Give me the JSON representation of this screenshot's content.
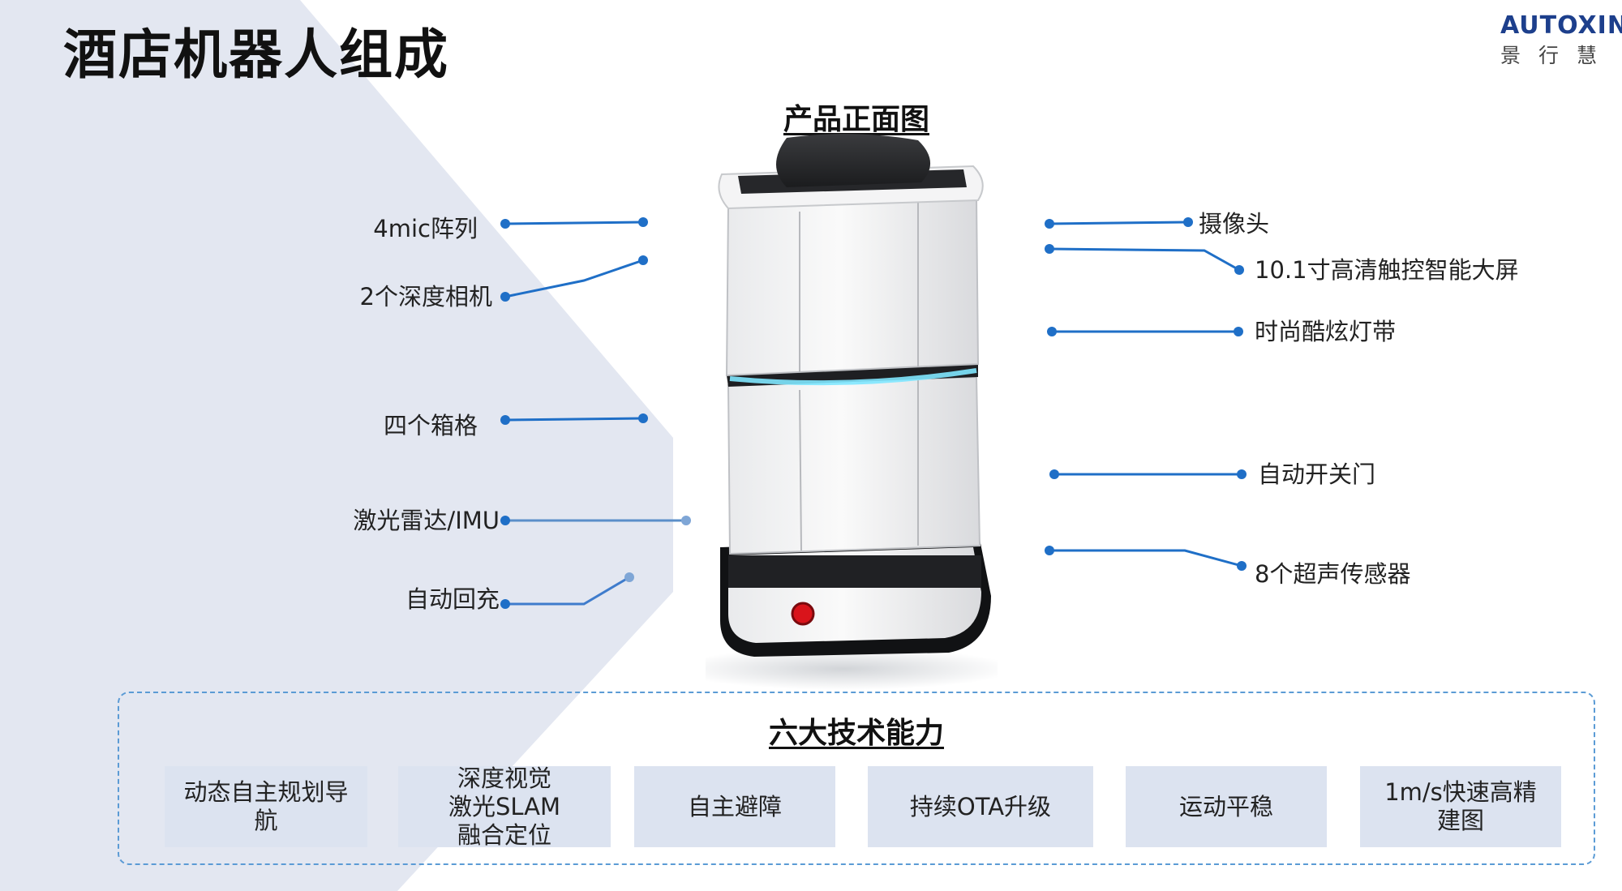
{
  "page": {
    "title": "酒店机器人组成",
    "product_view_title": "产品正面图"
  },
  "logo": {
    "brand_en": "AUTOXIN",
    "brand_cn": "景行慧"
  },
  "colors": {
    "accent_blue": "#1f6fc7",
    "chevron_fill": "#e3e7f1",
    "card_fill": "#dce3f0",
    "dashed_border": "#5b9bd5"
  },
  "callouts": {
    "left": [
      "4mic阵列",
      "2个深度相机",
      "四个箱格",
      "激光雷达/IMU",
      "自动回充"
    ],
    "right": [
      "摄像头",
      "10.1寸高清触控智能大屏",
      "时尚酷炫灯带",
      "自动开关门",
      "8个超声传感器"
    ]
  },
  "tech": {
    "title": "六大技术能力",
    "cards": [
      "动态自主规划导\n航",
      "深度视觉\n激光SLAM\n融合定位",
      "自主避障",
      "持续OTA升级",
      "运动平稳",
      "1m/s快速高精\n建图"
    ]
  }
}
